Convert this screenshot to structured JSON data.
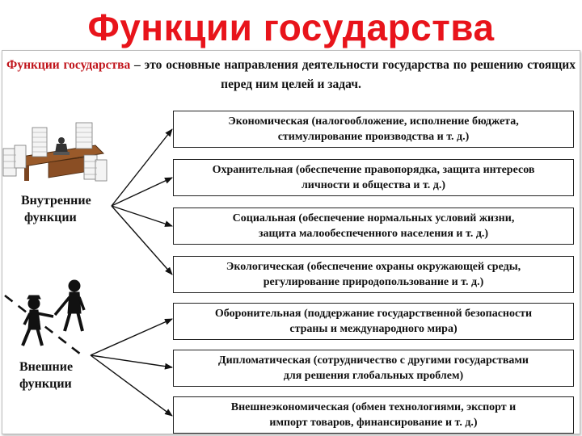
{
  "title": "Функции государства",
  "intro": {
    "term": "Функции государства",
    "text": " – это основные направления деятельности государства по решению стоящих перед ним целей и задач."
  },
  "internal": {
    "label_line1": "Внутренние",
    "label_line2": "функции",
    "functions": [
      {
        "line1": "Экономическая (налогообложение, исполнение бюджета,",
        "line2": "стимулирование производства и т. д.)"
      },
      {
        "line1": "Охранительная (обеспечение правопорядка, защита интересов",
        "line2": "личности и общества и т. д.)"
      },
      {
        "line1": "Социальная (обеспечение нормальных условий жизни,",
        "line2": "защита малообеспеченного населения и т. д.)"
      },
      {
        "line1": "Экологическая (обеспечение охраны окружающей среды,",
        "line2": "регулирование природопользование и т. д.)"
      }
    ]
  },
  "external": {
    "label_line1": "Внешние",
    "label_line2": "функции",
    "functions": [
      {
        "line1": "Оборонительная (поддержание государственной безопасности",
        "line2": "страны и международного мира)"
      },
      {
        "line1": "Дипломатическая (сотрудничество с другими государствами",
        "line2": "для решения глобальных проблем)"
      },
      {
        "line1": "Внешнеэкономическая (обмен технологиями, экспорт и",
        "line2": "импорт товаров, финансирование и т. д.)"
      }
    ]
  },
  "colors": {
    "title": "#e8141b",
    "term": "#c0141b",
    "box_border": "#222222"
  },
  "icons": [
    "office-desk-paperwork-icon",
    "handshake-people-icon"
  ]
}
